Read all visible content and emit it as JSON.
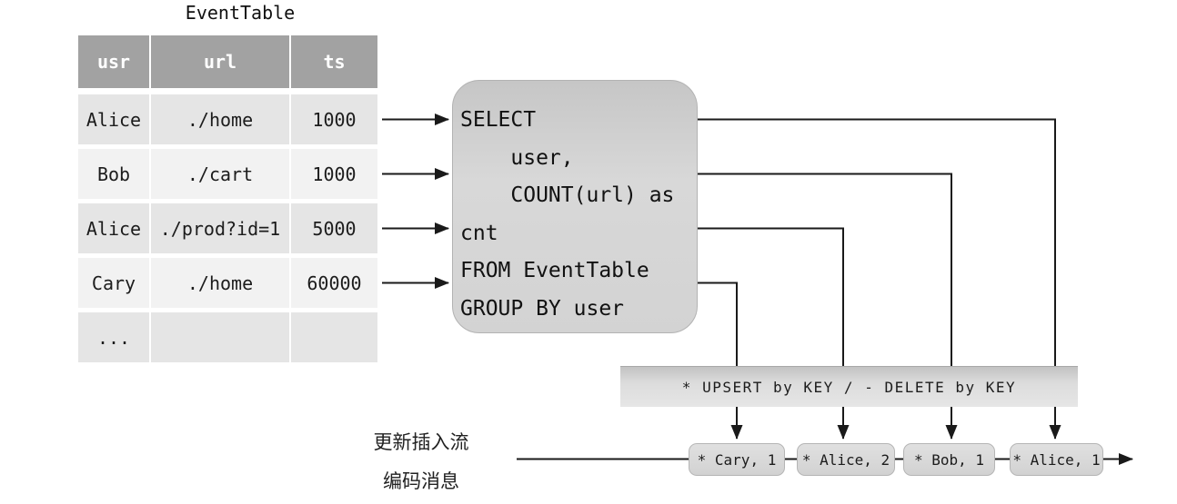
{
  "event_table": {
    "title": "EventTable",
    "headers": [
      "usr",
      "url",
      "ts"
    ],
    "rows": [
      [
        "Alice",
        "./home",
        "1000"
      ],
      [
        "Bob",
        "./cart",
        "1000"
      ],
      [
        "Alice",
        "./prod?id=1",
        "5000"
      ],
      [
        "Cary",
        "./home",
        "60000"
      ],
      [
        "...",
        "",
        ""
      ]
    ]
  },
  "query_box": {
    "lines": [
      "SELECT",
      "    user,",
      "    COUNT(url) as",
      "cnt",
      "FROM EventTable",
      "GROUP BY user"
    ]
  },
  "operator_box": {
    "label": "* UPSERT by KEY / - DELETE by KEY"
  },
  "stream": {
    "caption_line1": "更新插入流",
    "caption_line2": "编码消息",
    "messages": [
      "* Cary, 1",
      "* Alice, 2",
      "* Bob, 1",
      "* Alice, 1"
    ]
  },
  "colors": {
    "table_header_bg": "#a2a2a2",
    "row_dark": "#e5e5e5",
    "row_light": "#f2f2f2",
    "box_gray": "#d4d4d4",
    "line": "#1a1a1a"
  }
}
